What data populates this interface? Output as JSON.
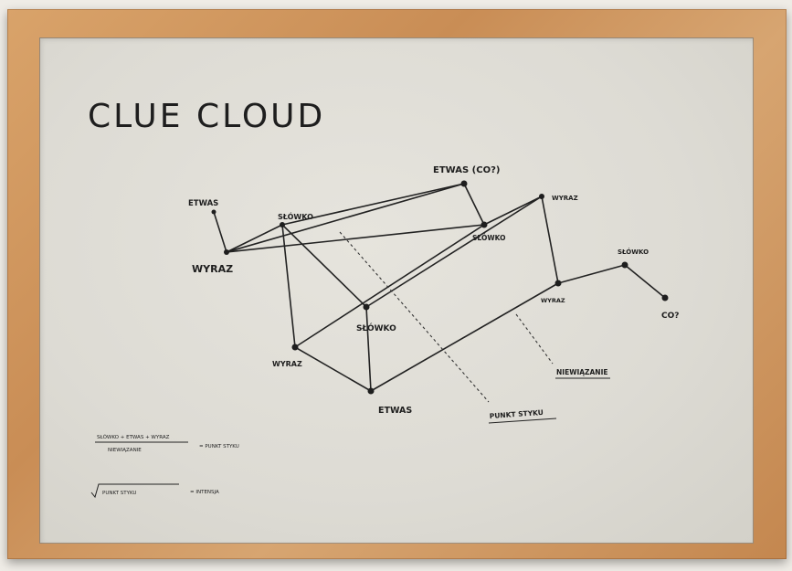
{
  "title": "CLUE CLOUD",
  "nodes": {
    "etwas_top": "ETWAS",
    "slowko_1": "SŁÓWKO",
    "wyraz_left": "WYRAZ",
    "etwas_co": "ETWAS (CO?)",
    "slowko_2": "SŁÓWKO",
    "wyraz_right": "WYRAZ",
    "slowko_mid": "SŁÓWKO",
    "wyraz_lower": "WYRAZ",
    "etwas_bottom": "ETWAS",
    "wyraz_far": "WYRAZ",
    "slowko_far": "SŁÓWKO",
    "co": "CO?"
  },
  "annotations": {
    "niewiazanie": "NIEWIĄZANIE",
    "punkt_styku": "PUNKT STYKU"
  },
  "formula1": {
    "numerator": "SŁÓWKO + ETWAS + WYRAZ",
    "denominator": "NIEWIĄZANIE",
    "result": "= PUNKT STYKU"
  },
  "formula2": {
    "radicand": "PUNKT STYKU",
    "result": "= INTENSJA"
  },
  "colors": {
    "frame": "#cf955c",
    "board": "#e1dfd8",
    "ink": "#1e1e1e"
  }
}
